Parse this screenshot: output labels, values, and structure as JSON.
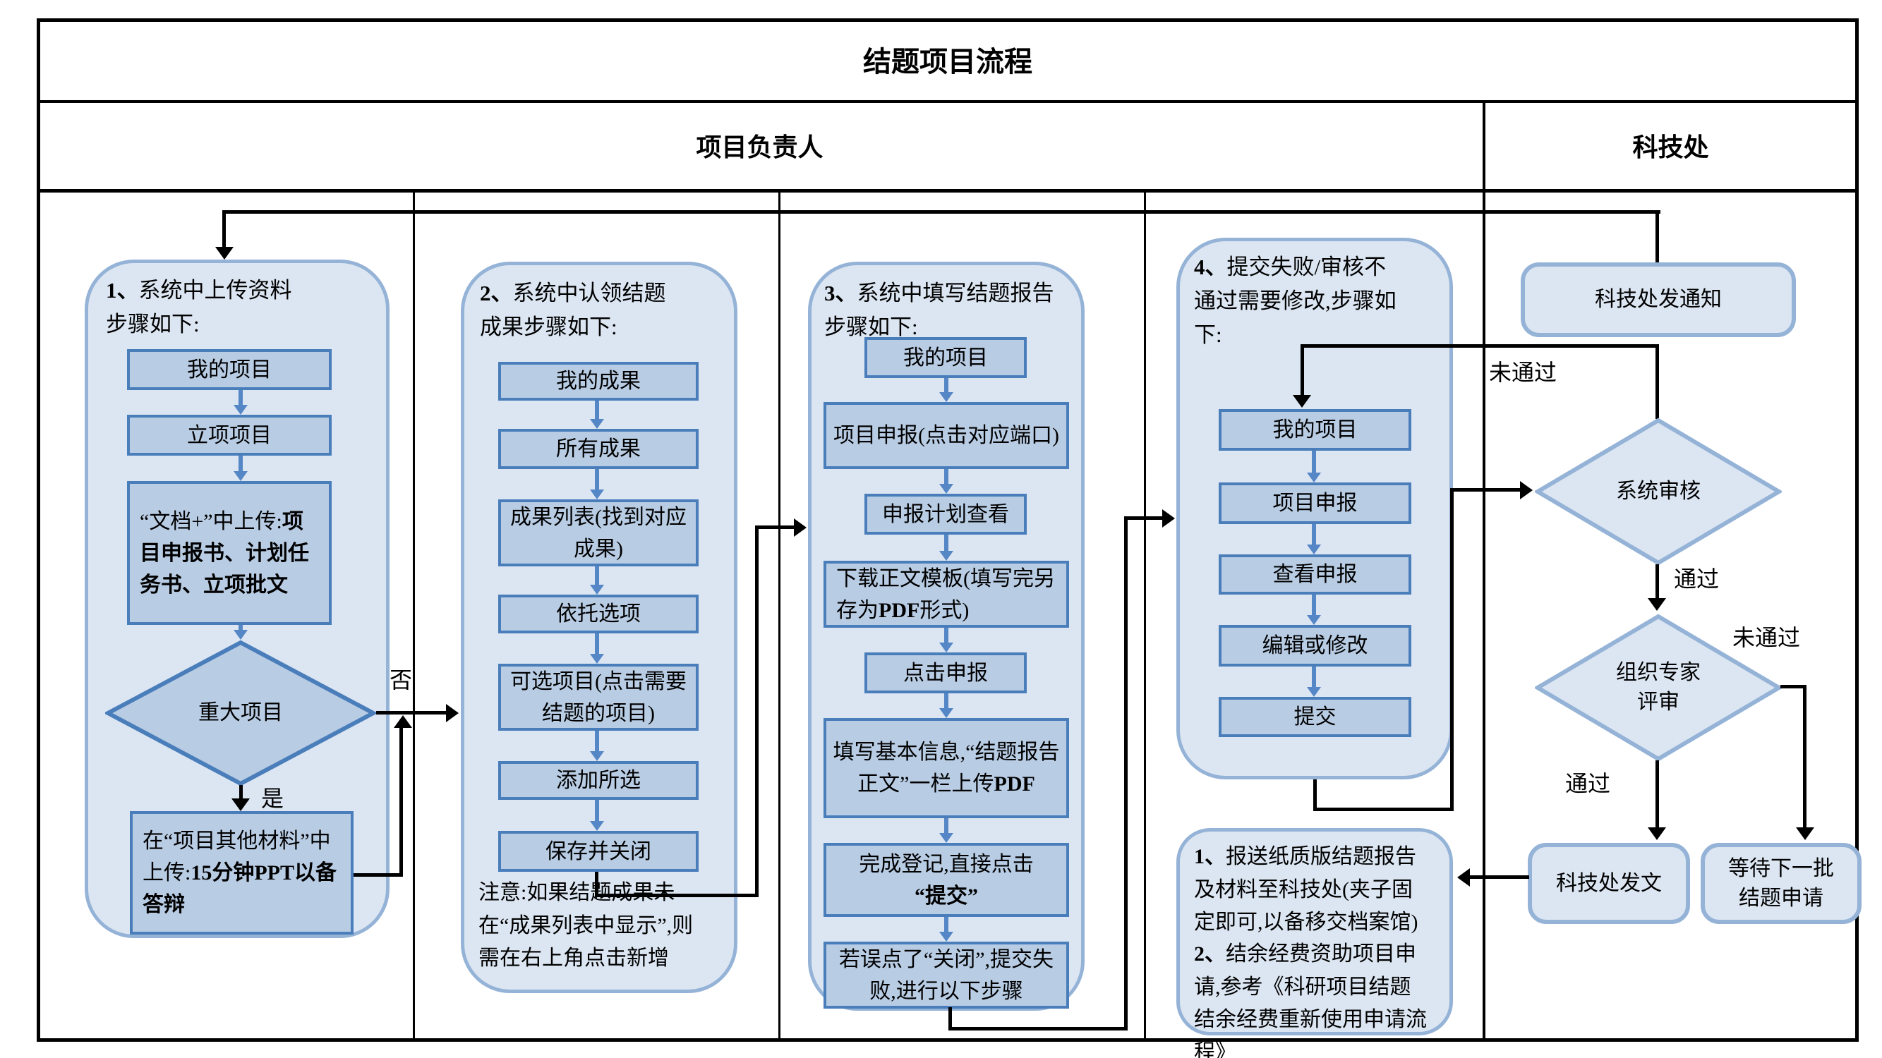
{
  "title": "结题项目流程",
  "lanes": {
    "owner": "项目负责人",
    "office": "科技处"
  },
  "col1": {
    "num": "1、",
    "intro": "系统中上传资料步骤如下:",
    "step1": "我的项目",
    "step2": "立项项目",
    "step3_normal": "“文档+”中上传:",
    "step3_bold": "项目申报书、计划任务书、立项批文",
    "decision": "重大项目",
    "yes": "是",
    "no": "否",
    "step4_normal": "在“项目其他材料”中上传:",
    "step4_bold": "15分钟PPT以备答辩"
  },
  "col2": {
    "num": "2、",
    "intro": "系统中认领结题成果步骤如下:",
    "steps": [
      "我的成果",
      "所有成果",
      "成果列表(找到对应成果)",
      "依托选项",
      "可选项目(点击需要结题的项目)",
      "添加所选",
      "保存并关闭"
    ],
    "note": "注意:如果结题成果未在“成果列表中显示”,则需在右上角点击新增"
  },
  "col3": {
    "num": "3、",
    "intro": "系统中填写结题报告步骤如下:",
    "step1": "我的项目",
    "step2": "项目申报(点击对应端口)",
    "step3": "申报计划查看",
    "step4_normal": "下载正文模板(填写完另存为",
    "step4_bold": "PDF",
    "step4_suffix": "形式)",
    "step5": "点击申报",
    "step6_normal": "填写基本信息,“结题报告正文”一栏上传",
    "step6_bold": "PDF",
    "step7_line1": "完成登记,直接点击",
    "step7_line2": "“提交”",
    "step8": "若误点了“关闭”,提交失败,进行以下步骤"
  },
  "col4": {
    "num": "4、",
    "intro": "提交失败/审核不通过需要修改,步骤如下:",
    "steps": [
      "我的项目",
      "项目申报",
      "查看申报",
      "编辑或修改",
      "提交"
    ]
  },
  "office": {
    "notify": "科技处发通知",
    "sys_review": "系统审核",
    "expert1": "组织专家",
    "expert2": "评审",
    "issue": "科技处发文",
    "wait1": "等待下一批",
    "wait2": "结题申请",
    "sys_fail": "未通过",
    "sys_pass": "通过",
    "expert_pass": "通过",
    "expert_fail": "未通过"
  },
  "note_box": {
    "p1_num": "1、",
    "p1": "报送纸质版结题报告及材料至科技处(夹子固定即可,以备移交档案馆)",
    "p2_num": "2、",
    "p2": "结余经费资助项目申请,参考《科研项目结题结余经费重新使用申请流程》"
  },
  "colors": {
    "container_fill": "#dce6f2",
    "container_border": "#95b3d7",
    "box_fill": "#b8cce4",
    "box_border": "#4a7ebb",
    "blue_arrow": "#5586c5",
    "connector": "#000000"
  }
}
